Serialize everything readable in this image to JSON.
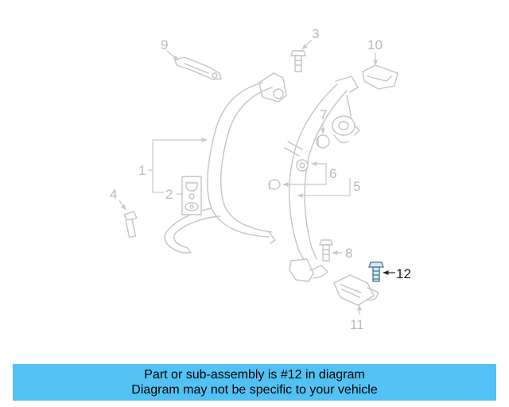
{
  "callouts": [
    "9",
    "3",
    "10",
    "7",
    "1",
    "2",
    "6",
    "5",
    "4",
    "8",
    "12",
    "11"
  ],
  "highlighted_callout": "12",
  "banner": {
    "line1": "Part or sub-assembly is #12 in diagram",
    "line2": "Diagram may not be specific to your vehicle",
    "background_color": "#52c2f4"
  },
  "colors": {
    "part_line": "#c4c4c4",
    "highlight_fill": "#cfe9f7",
    "highlight_stroke": "#4a6e86"
  }
}
